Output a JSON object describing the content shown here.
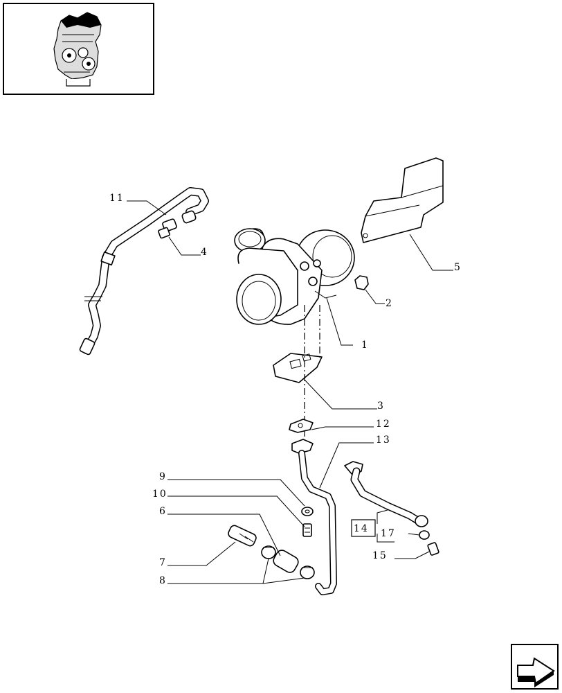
{
  "callouts": {
    "c1": "1",
    "c2": "2",
    "c3": "3",
    "c4": "4",
    "c5": "5",
    "c6": "6",
    "c7": "7",
    "c8": "8",
    "c9": "9",
    "c10": "10",
    "c11": "11",
    "c12": "12",
    "c13": "13",
    "c14": "14",
    "c15": "15",
    "c17": "17"
  },
  "icons": {
    "thumbnail": "engine-thumbnail-icon",
    "next_page": "next-page-arrow-icon"
  },
  "colors": {
    "ink": "#000000",
    "paper": "#ffffff"
  }
}
